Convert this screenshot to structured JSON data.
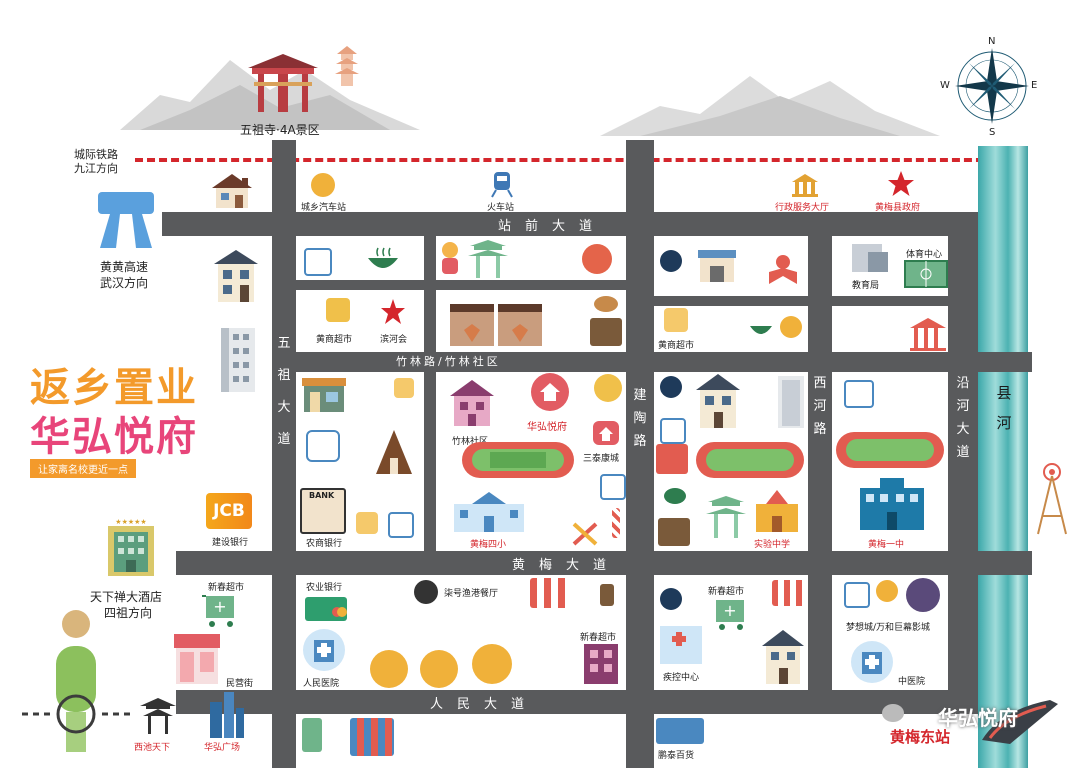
{
  "landmarks": {
    "temple": "五祖寺·4A景区",
    "railway_line1": "城际铁路",
    "railway_line2": "九江方向",
    "highway_line1": "黄黄高速",
    "highway_line2": "武汉方向",
    "hotel_line1": "天下禅大酒店",
    "hotel_line2": "四祖方向",
    "compass_n": "N",
    "compass_e": "E",
    "compass_s": "S",
    "compass_w": "W"
  },
  "roads": {
    "zhanqian": "站前大道",
    "zhulin": "竹林路/竹林社区",
    "huangmei": "黄梅大道",
    "renmin": "人民大道",
    "wuzu": "五祖大道",
    "jiantao": "建陶路",
    "xihe": "西河路",
    "yanhe": "沿河大道",
    "xianhe": "县河"
  },
  "promo": {
    "title1": "返乡置业",
    "title2": "华弘悦府",
    "slogan": "让家离名校更近一点",
    "watermark": "华弘悦府"
  },
  "places": {
    "bus_station": "城乡汽车站",
    "train_station": "火车站",
    "admin_hall": "行政服务大厅",
    "county_gov": "黄梅县政府",
    "education_bureau": "教育局",
    "sports_center": "体育中心",
    "huangshang1": "黄商超市",
    "binhe": "滨河会",
    "huangshang2": "黄商超市",
    "zhulin_community": "竹林社区",
    "huahong": "华弘悦府",
    "santai": "三泰康城",
    "ccb": "建设银行",
    "rcb": "农商银行",
    "school4": "黄梅四小",
    "experimental": "实验中学",
    "huangmei1": "黄梅一中",
    "xinchun1": "新春超市",
    "abc": "农业银行",
    "fishing": "柒号渔港餐厅",
    "xinchun2": "新春超市",
    "xinchun3": "新春超市",
    "people_hospital": "人民医院",
    "cdc": "疾控中心",
    "dreamcity": "梦想城/万和巨幕影城",
    "tcm": "中医院",
    "minying": "民营街",
    "xichi": "西池天下",
    "huahong_plaza": "华弘广场",
    "pengtai": "鹏泰百货",
    "east_station": "黄梅东站"
  },
  "bank_sign": "BANK",
  "jcb": "JCB",
  "colors": {
    "road": "#595a5c",
    "rail": "#d4262c",
    "river": "#3ba7a9",
    "title_orange": "#f39a2b",
    "title_pink": "#e8457a",
    "accent_red": "#d4262c"
  }
}
